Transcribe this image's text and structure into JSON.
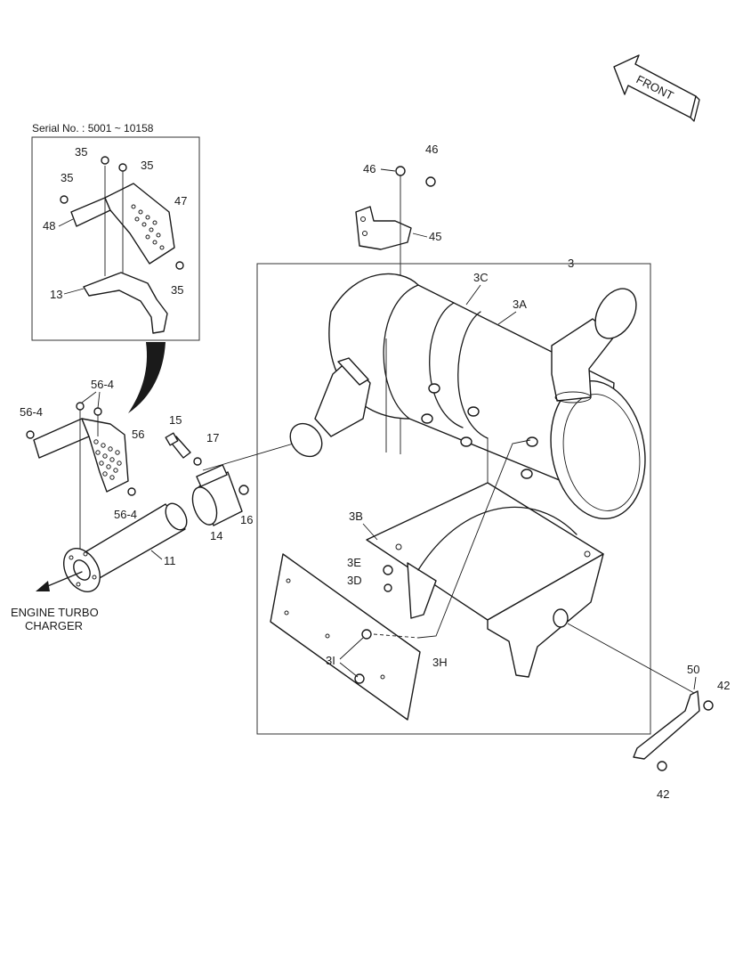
{
  "direction_label": "FRONT",
  "serial_note": "Serial No. : 5001 ~ 10158",
  "engine_note": {
    "line1": "ENGINE TURBO",
    "line2": "CHARGER"
  },
  "callouts": {
    "c3": "3",
    "c3A": "3A",
    "c3B": "3B",
    "c3C": "3C",
    "c3D": "3D",
    "c3E": "3E",
    "c3H": "3H",
    "c3I": "3I",
    "c11": "11",
    "c13": "13",
    "c14": "14",
    "c15": "15",
    "c16": "16",
    "c17": "17",
    "c35a": "35",
    "c35b": "35",
    "c35c": "35",
    "c35d": "35",
    "c42a": "42",
    "c42b": "42",
    "c45": "45",
    "c46a": "46",
    "c46b": "46",
    "c47": "47",
    "c48": "48",
    "c50": "50",
    "c56": "56",
    "c56_4a": "56-4",
    "c56_4b": "56-4",
    "c56_4c": "56-4"
  }
}
